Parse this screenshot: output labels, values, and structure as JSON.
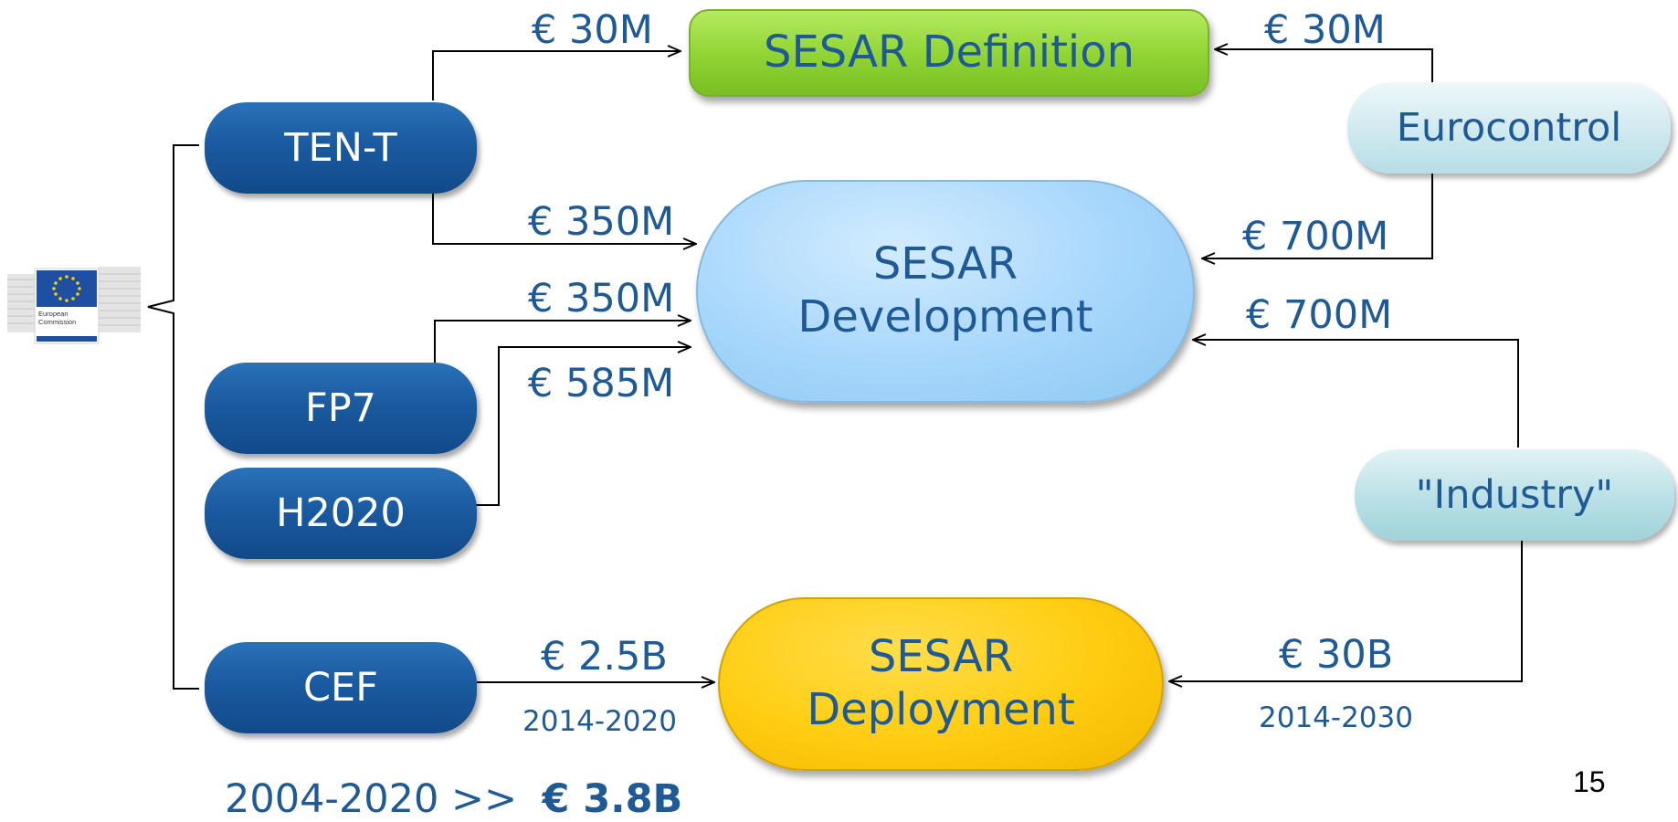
{
  "sources": {
    "tent": "TEN-T",
    "fp7": "FP7",
    "h2020": "H2020",
    "cef": "CEF",
    "eurocontrol": "Eurocontrol",
    "industry": "\"Industry\""
  },
  "targets": {
    "definition": "SESAR Definition",
    "development_line1": "SESAR",
    "development_line2": "Development",
    "deployment_line1": "SESAR",
    "deployment_line2": "Deployment"
  },
  "flows": {
    "tent_to_definition": "€ 30M",
    "tent_to_development": "€ 350M",
    "fp7_to_development": "€ 350M",
    "h2020_to_development": "€ 585M",
    "cef_to_deployment": "€ 2.5B",
    "eurocontrol_to_definition": "€ 30M",
    "eurocontrol_to_development": "€ 700M",
    "industry_to_development": "€ 700M",
    "industry_to_deployment": "€ 30B"
  },
  "periods": {
    "cef": "2014-2020",
    "industry": "2014-2030"
  },
  "total": {
    "period": "2004-2020 >>",
    "amount": "€ 3.8B"
  },
  "logo": {
    "text_line1": "European",
    "text_line2": "Commission"
  },
  "page_number": "15",
  "colors": {
    "text_blue": "#1f5a96",
    "source_blue": "#1a5aa0",
    "definition_green": "#8fd433",
    "development_lightblue": "#a6d6fb",
    "deployment_yellow": "#ffcc10",
    "eu_flag_blue": "#1f4fa3",
    "eu_star_yellow": "#f5d400"
  }
}
